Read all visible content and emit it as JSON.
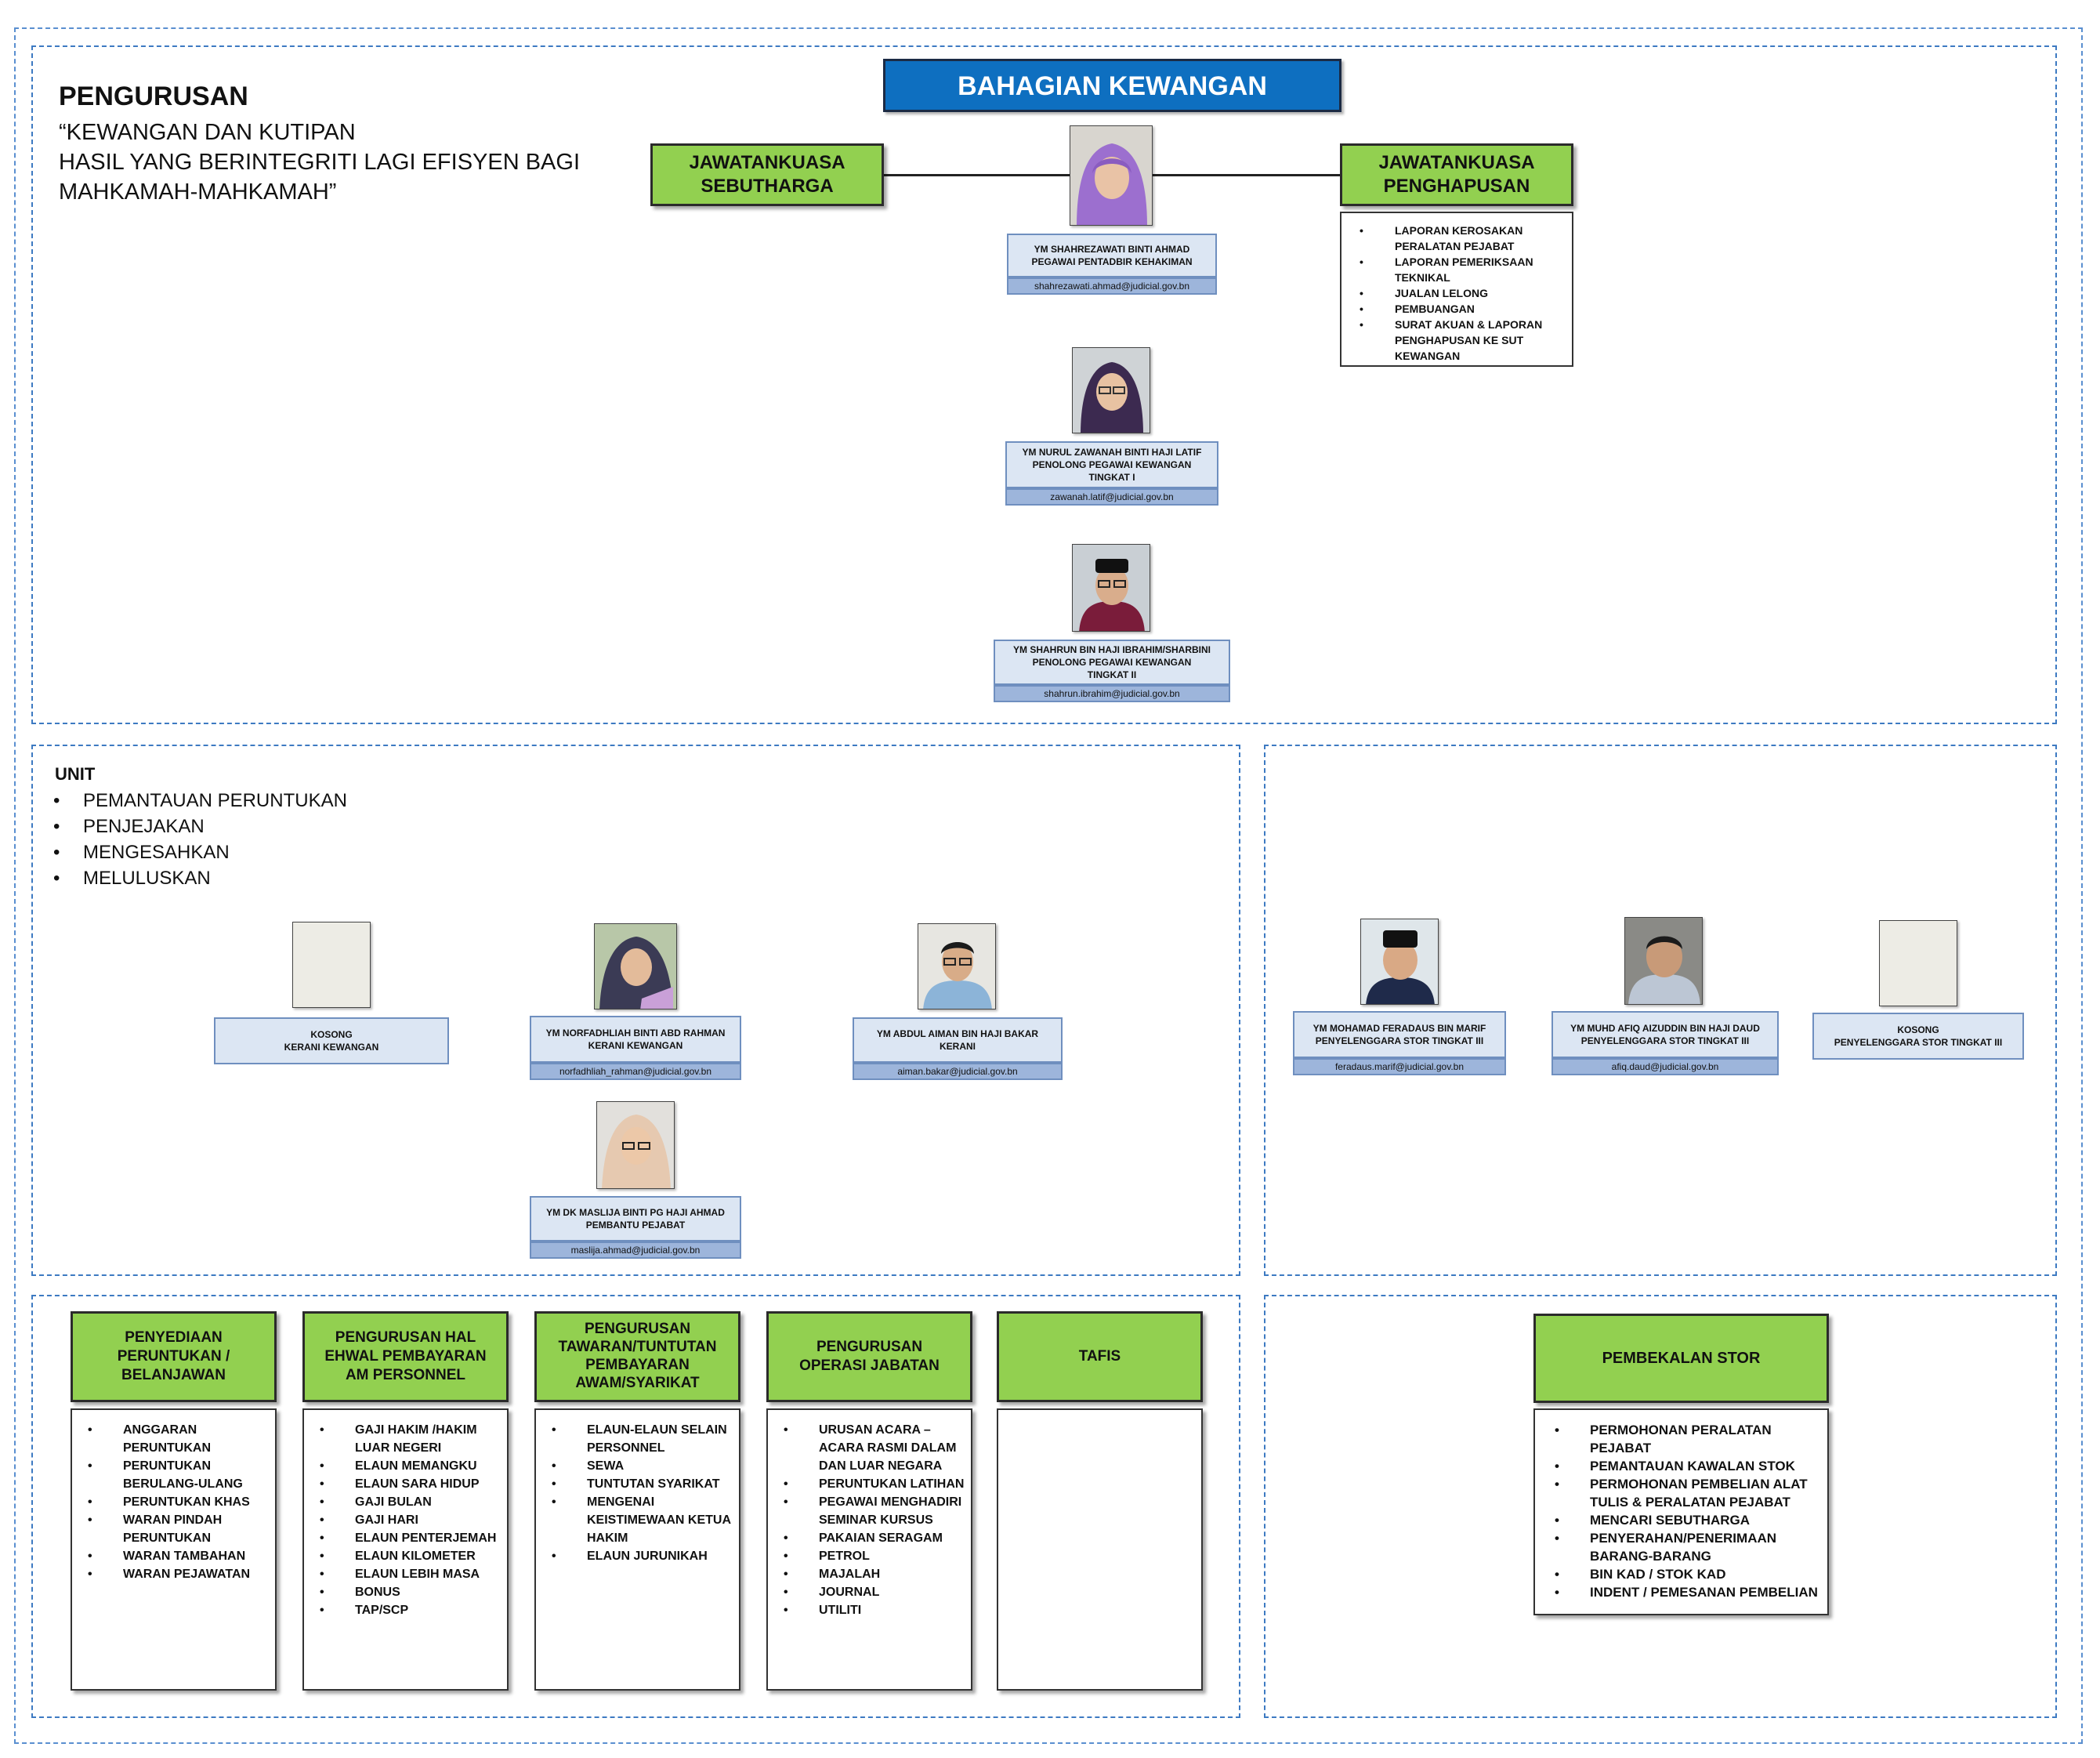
{
  "mission": {
    "title": "PENGURUSAN",
    "line1": "“KEWANGAN DAN KUTIPAN",
    "line2": "HASIL YANG BERINTEGRITI LAGI EFISYEN BAGI",
    "line3": "MAHKAMAH-MAHKAMAH”"
  },
  "header_title": "BAHAGIAN KEWANGAN",
  "committees": {
    "left": [
      "JAWATANKUASA",
      "SEBUTHARGA"
    ],
    "right": [
      "JAWATANKUASA",
      "PENGHAPUSAN"
    ],
    "right_items": [
      "LAPORAN KEROSAKAN PERALATAN PEJABAT",
      "LAPORAN PEMERIKSAAN TEKNIKAL",
      "JUALAN LELONG",
      "PEMBUANGAN",
      "SURAT AKUAN & LAPORAN PENGHAPUSAN KE SUT KEWANGAN"
    ]
  },
  "staff": {
    "head": {
      "name": "YM SHAHREZAWATI BINTI AHMAD",
      "role": "PEGAWAI PENTADBIR KEHAKIMAN",
      "email": "shahrezawati.ahmad@judicial.gov.bn"
    },
    "officer1": {
      "name": "YM NURUL ZAWANAH BINTI HAJI LATIF",
      "role": "PENOLONG PEGAWAI KEWANGAN",
      "grade": "TINGKAT I",
      "email": "zawanah.latif@judicial.gov.bn"
    },
    "officer2": {
      "name": "YM SHAHRUN BIN HAJI IBRAHIM/SHARBINI",
      "role": "PENOLONG PEGAWAI KEWANGAN",
      "grade": "TINGKAT II",
      "email": "shahrun.ibrahim@judicial.gov.bn"
    },
    "vacant_clerk": {
      "name": "KOSONG",
      "role": "KERANI KEWANGAN"
    },
    "clerk1": {
      "name": "YM NORFADHLIAH BINTI ABD RAHMAN",
      "role": "KERANI KEWANGAN",
      "email": "norfadhliah_rahman@judicial.gov.bn"
    },
    "clerk2": {
      "name": "YM ABDUL AIMAN BIN HAJI BAKAR",
      "role": "KERANI",
      "email": "aiman.bakar@judicial.gov.bn"
    },
    "assistant": {
      "name": "YM DK MASLIJA BINTI PG HAJI AHMAD",
      "role": "PEMBANTU PEJABAT",
      "email": "maslija.ahmad@judicial.gov.bn"
    },
    "store1": {
      "name": "YM MOHAMAD FERADAUS BIN MARIF",
      "role": "PENYELENGGARA STOR TINGKAT III",
      "email": "feradaus.marif@judicial.gov.bn"
    },
    "store2": {
      "name": "YM MUHD AFIQ AIZUDDIN BIN HAJI DAUD",
      "role": "PENYELENGGARA STOR TINGKAT III",
      "email": "afiq.daud@judicial.gov.bn"
    },
    "store3": {
      "name": "KOSONG",
      "role": "PENYELENGGARA STOR TINGKAT III"
    }
  },
  "unit": {
    "title": "UNIT",
    "items": [
      "PEMANTAUAN PERUNTUKAN",
      "PENJEJAKAN",
      "MENGESAHKAN",
      "MELULUSKAN"
    ]
  },
  "functions": [
    {
      "title": [
        "PENYEDIAAN",
        "PERUNTUKAN /",
        "BELANJAWAN"
      ],
      "items": [
        "ANGGARAN PERUNTUKAN",
        "PERUNTUKAN BERULANG-ULANG",
        "PERUNTUKAN KHAS",
        "WARAN PINDAH PERUNTUKAN",
        "WARAN TAMBAHAN",
        "WARAN PEJAWATAN"
      ]
    },
    {
      "title": [
        "PENGURUSAN HAL",
        "EHWAL PEMBAYARAN",
        "AM PERSONNEL"
      ],
      "items": [
        "GAJI HAKIM /HAKIM LUAR NEGERI",
        "ELAUN MEMANGKU",
        "ELAUN SARA HIDUP",
        "GAJI BULAN",
        "GAJI HARI",
        "ELAUN PENTERJEMAH",
        "ELAUN KILOMETER",
        "ELAUN LEBIH MASA",
        "BONUS",
        "TAP/SCP"
      ]
    },
    {
      "title": [
        "PENGURUSAN",
        "TAWARAN/TUNTUTAN",
        "PEMBAYARAN",
        "AWAM/SYARIKAT"
      ],
      "items": [
        "ELAUN-ELAUN SELAIN PERSONNEL",
        "SEWA",
        "TUNTUTAN SYARIKAT",
        "MENGENAI KEISTIMEWAAN KETUA HAKIM",
        "ELAUN JURUNIKAH"
      ]
    },
    {
      "title": [
        "PENGURUSAN",
        "OPERASI JABATAN"
      ],
      "items": [
        "URUSAN ACARA – ACARA RASMI DALAM DAN LUAR NEGARA",
        "PERUNTUKAN LATIHAN",
        "PEGAWAI MENGHADIRI SEMINAR KURSUS",
        "PAKAIAN SERAGAM",
        "PETROL",
        "MAJALAH",
        "JOURNAL",
        "UTILITI"
      ]
    },
    {
      "title": [
        "TAFIS"
      ],
      "items": []
    }
  ],
  "store_function": {
    "title": "PEMBEKALAN STOR",
    "items": [
      "PERMOHONAN PERALATAN PEJABAT",
      "PEMANTAUAN KAWALAN STOK",
      "PERMOHONAN PEMBELIAN ALAT TULIS & PERALATAN PEJABAT",
      "MENCARI SEBUTHARGA",
      "PENYERAHAN/PENERIMAAN BARANG-BARANG",
      "BIN KAD / STOK KAD",
      "INDENT / PEMESANAN PEMBELIAN"
    ]
  }
}
